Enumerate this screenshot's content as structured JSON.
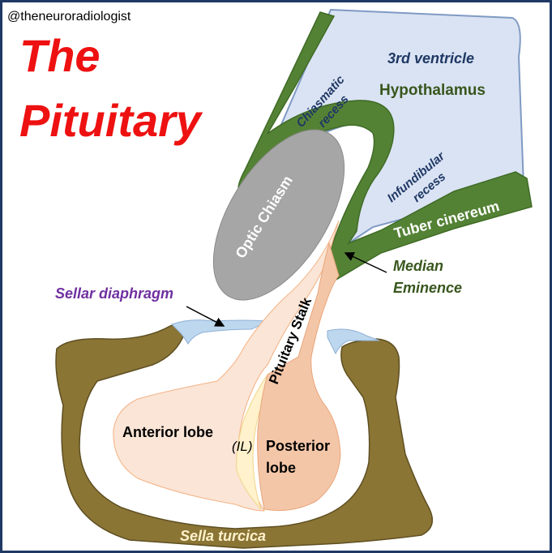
{
  "watermark": "@theneuroradiologist",
  "title": {
    "line1": "The",
    "line2": "Pituitary"
  },
  "labels": {
    "third_ventricle": "3rd ventricle",
    "hypothalamus": "Hypothalamus",
    "chiasmatic_recess_1": "Chiasmatic",
    "chiasmatic_recess_2": "recess",
    "infundibular_recess_1": "Infundibular",
    "infundibular_recess_2": "recess",
    "tuber_cinereum": "Tuber cinereum",
    "optic_chiasm": "Optic Chiasm",
    "median_eminence_1": "Median",
    "median_eminence_2": "Eminence",
    "sellar_diaphragm": "Sellar diaphragm",
    "pituitary_stalk": "Pituitary Stalk",
    "anterior_lobe": "Anterior lobe",
    "intermediate_lobe": "(IL)",
    "posterior_lobe_1": "Posterior",
    "posterior_lobe_2": "lobe",
    "sella_turcica": "Sella turcica"
  },
  "colors": {
    "border": "#1f3864",
    "title_red": "#ee1111",
    "ventricle_fill": "#dae3f3",
    "ventricle_stroke": "#7f9ac4",
    "hypothalamus_green": "#548235",
    "hypothalamus_dark": "#3f6b26",
    "label_navy": "#1f3864",
    "label_green": "#38561d",
    "chiasm_gray": "#a6a6a6",
    "anterior_lobe": "#fbe5d6",
    "posterior_lobe": "#f4c6a8",
    "intermediate_lobe": "#fff2cc",
    "sella_bone": "#8b7535",
    "sella_dark": "#5e4f22",
    "diaphragm_blue": "#bdd7ee",
    "diaphragm_purple": "#7030a0"
  }
}
